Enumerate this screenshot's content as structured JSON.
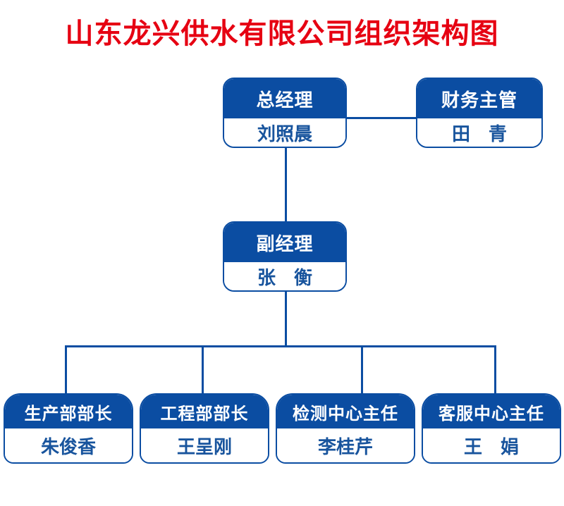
{
  "title": "山东龙兴供水有限公司组织架构图",
  "colors": {
    "header_blue": "#0b4da2",
    "title_red": "#e60012",
    "name_blue": "#18549d",
    "line_blue": "#0b4da2",
    "background": "#ffffff"
  },
  "nodes": {
    "general_manager": {
      "title": "总经理",
      "name": "刘照晨"
    },
    "finance_supervisor": {
      "title": "财务主管",
      "name": "田　青"
    },
    "deputy_manager": {
      "title": "副经理",
      "name": "张　衡"
    },
    "production_head": {
      "title": "生产部部长",
      "name": "朱俊香"
    },
    "engineering_head": {
      "title": "工程部部长",
      "name": "王呈刚"
    },
    "testing_center_director": {
      "title": "检测中心主任",
      "name": "李桂芹"
    },
    "service_center_director": {
      "title": "客服中心主任",
      "name": "王　娟"
    }
  },
  "chart_data": {
    "type": "diagram",
    "title": "山东龙兴供水有限公司组织架构图",
    "hierarchy": [
      {
        "level": 1,
        "role": "总经理",
        "person": "刘照晨",
        "reports_to": null
      },
      {
        "level": 1,
        "role": "财务主管",
        "person": "田 青",
        "reports_to": "总经理"
      },
      {
        "level": 2,
        "role": "副经理",
        "person": "张 衡",
        "reports_to": "总经理"
      },
      {
        "level": 3,
        "role": "生产部部长",
        "person": "朱俊香",
        "reports_to": "副经理"
      },
      {
        "level": 3,
        "role": "工程部部长",
        "person": "王呈刚",
        "reports_to": "副经理"
      },
      {
        "level": 3,
        "role": "检测中心主任",
        "person": "李桂芹",
        "reports_to": "副经理"
      },
      {
        "level": 3,
        "role": "客服中心主任",
        "person": "王 娟",
        "reports_to": "副经理"
      }
    ]
  }
}
